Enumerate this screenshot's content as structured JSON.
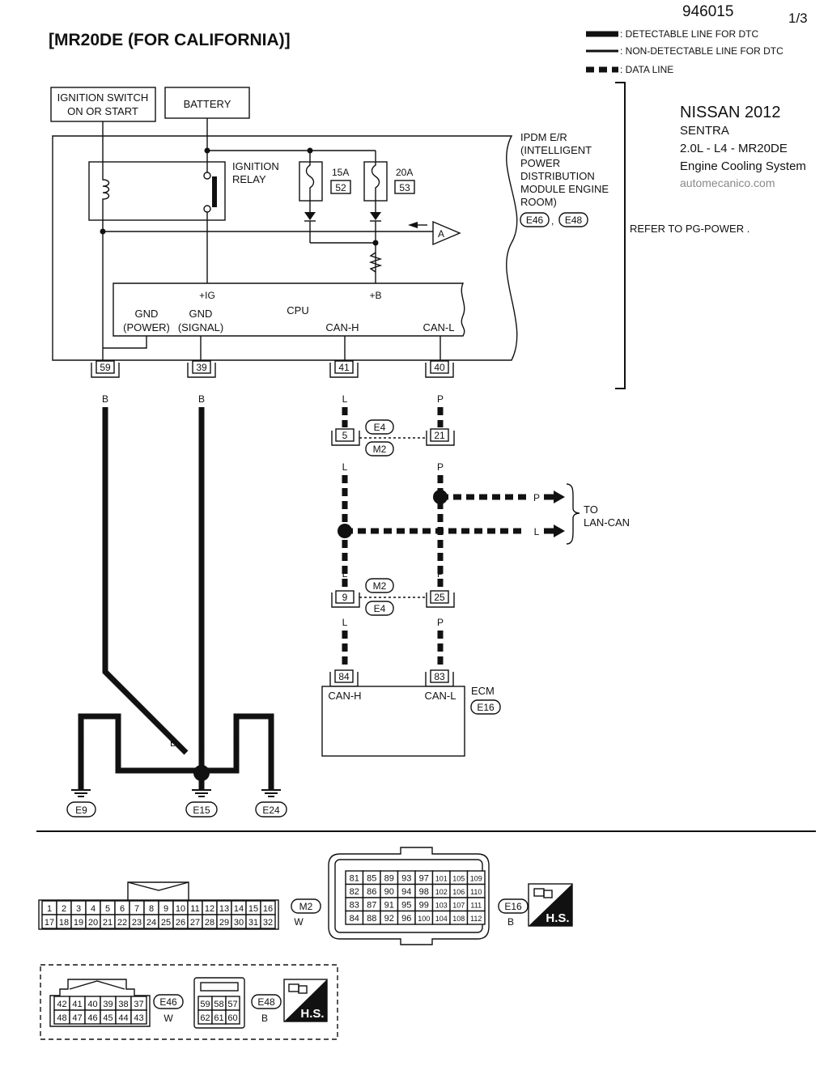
{
  "header": {
    "title": "[MR20DE (FOR CALIFORNIA)]",
    "code": "946015",
    "page": "1/3"
  },
  "legend": {
    "detectable": ": DETECTABLE LINE FOR DTC",
    "non_detectable": ": NON-DETECTABLE LINE FOR DTC",
    "data_line": ": DATA LINE"
  },
  "vehicle": {
    "make_year": "NISSAN 2012",
    "model": "SENTRA",
    "engine": "2.0L - L4 - MR20DE",
    "system": "Engine Cooling System",
    "site": "automecanico.com"
  },
  "ipdm": {
    "label_lines": [
      "IPDM E/R",
      "(INTELLIGENT",
      "POWER",
      "DISTRIBUTION",
      "MODULE ENGINE",
      "ROOM)"
    ],
    "conn1": "E46",
    "sep": ",",
    "conn2": "E48",
    "refer": "REFER TO  PG-POWER ."
  },
  "sources": {
    "ignition_line1": "IGNITION SWITCH",
    "ignition_line2": "ON OR START",
    "battery": "BATTERY"
  },
  "relay": {
    "line1": "IGNITION",
    "line2": "RELAY"
  },
  "fuses": [
    {
      "amps": "15A",
      "num": "52"
    },
    {
      "amps": "20A",
      "num": "53"
    }
  ],
  "connector_ref": "A",
  "cpu": {
    "label": "CPU",
    "ig": "+IG",
    "b": "+B",
    "gnd_power_1": "GND",
    "gnd_power_2": "(POWER)",
    "gnd_signal_1": "GND",
    "gnd_signal_2": "(SIGNAL)",
    "canh": "CAN-H",
    "canl": "CAN-L"
  },
  "pins": {
    "p59": "59",
    "p39": "39",
    "p41": "41",
    "p40": "40",
    "p5": "5",
    "p21": "21",
    "p9": "9",
    "p25": "25",
    "p84": "84",
    "p83": "83"
  },
  "wire_colors": {
    "b": "B",
    "l": "L",
    "p": "P"
  },
  "joints": {
    "j1_top": "E4",
    "j1_bottom": "M2",
    "j2_top": "M2",
    "j2_bottom": "E4"
  },
  "lan": {
    "line1": "TO",
    "line2": "LAN-CAN",
    "p": "P",
    "l": "L"
  },
  "ecm": {
    "label": "ECM",
    "conn": "E16",
    "canh": "CAN-H",
    "canl": "CAN-L"
  },
  "grounds": [
    "E9",
    "E15",
    "E24"
  ],
  "connectors": {
    "m2": {
      "name": "M2",
      "color": "W",
      "row1": [
        "1",
        "2",
        "3",
        "4",
        "5",
        "6",
        "7",
        "8",
        "9",
        "10",
        "11",
        "12",
        "13",
        "14",
        "15",
        "16"
      ],
      "row2": [
        "17",
        "18",
        "19",
        "20",
        "21",
        "22",
        "23",
        "24",
        "25",
        "26",
        "27",
        "28",
        "29",
        "30",
        "31",
        "32"
      ]
    },
    "e16": {
      "name": "E16",
      "color": "B",
      "rows": [
        [
          "81",
          "85",
          "89",
          "93",
          "97",
          "101",
          "105",
          "109"
        ],
        [
          "82",
          "86",
          "90",
          "94",
          "98",
          "102",
          "106",
          "110"
        ],
        [
          "83",
          "87",
          "91",
          "95",
          "99",
          "103",
          "107",
          "111"
        ],
        [
          "84",
          "88",
          "92",
          "96",
          "100",
          "104",
          "108",
          "112"
        ]
      ]
    },
    "e46": {
      "name": "E46",
      "color": "W",
      "row1": [
        "42",
        "41",
        "40",
        "39",
        "38",
        "37"
      ],
      "row2": [
        "48",
        "47",
        "46",
        "45",
        "44",
        "43"
      ]
    },
    "e48": {
      "name": "E48",
      "color": "B",
      "row1": [
        "59",
        "58",
        "57"
      ],
      "row2": [
        "62",
        "61",
        "60"
      ]
    },
    "hs_label": "H.S."
  }
}
